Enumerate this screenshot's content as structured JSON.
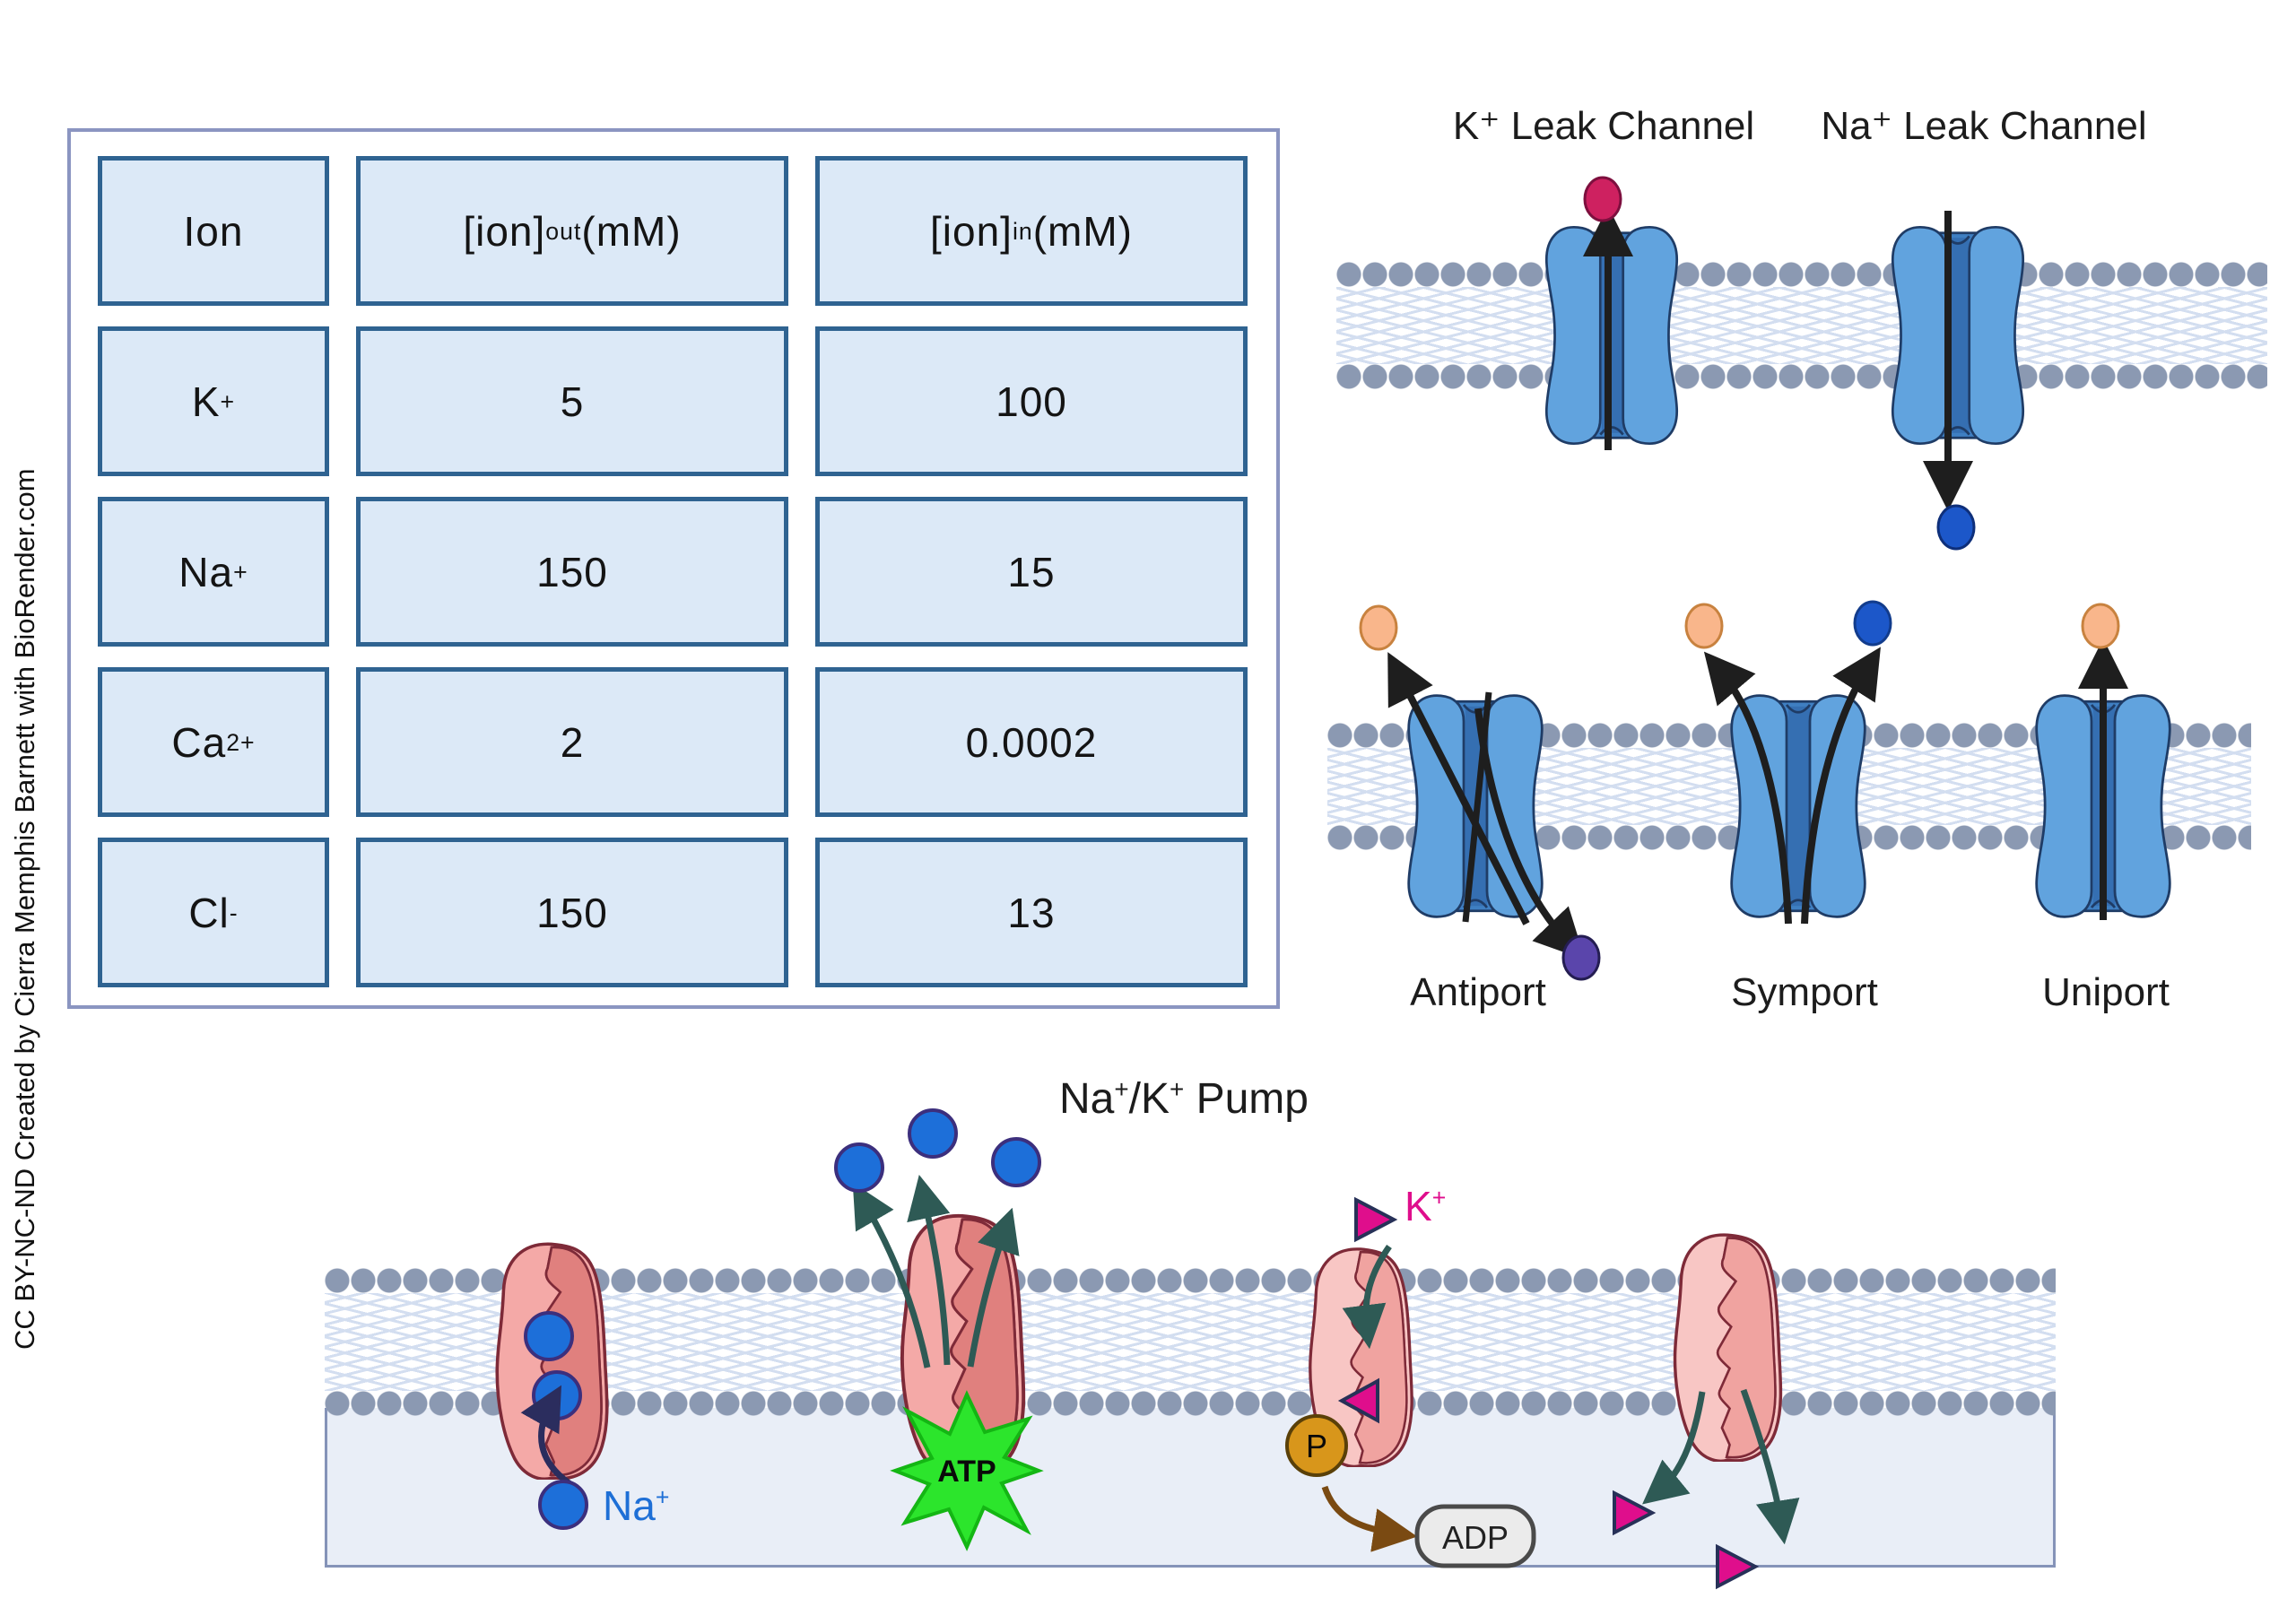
{
  "credit": "CC BY-NC-ND Created by Cierra Memphis Barnett with BioRender.com",
  "table": {
    "headers": {
      "ion": "Ion",
      "bracket": "[ion]",
      "out_sub": "out",
      "in_sub": "in",
      "unit": "(mM)"
    },
    "rows": [
      {
        "base": "K",
        "sup": "+",
        "out": "5",
        "in": "100"
      },
      {
        "base": "Na",
        "sup": "+",
        "out": "150",
        "in": "15"
      },
      {
        "base": "Ca",
        "sup": "2+",
        "out": "2",
        "in": "0.0002"
      },
      {
        "base": "Cl",
        "sup": "-",
        "out": "150",
        "in": "13"
      }
    ]
  },
  "leak_channels": {
    "k": "K⁺ Leak Channel",
    "na": "Na⁺ Leak Channel"
  },
  "transporters": {
    "antiport": "Antiport",
    "symport": "Symport",
    "uniport": "Uniport"
  },
  "pump": {
    "title": {
      "t1": "Na",
      "s1": "+",
      "t2": "/K",
      "s2": "+",
      "t3": " Pump"
    },
    "na_label": {
      "base": "Na",
      "sup": "+"
    },
    "k_label": {
      "base": "K",
      "sup": "+"
    },
    "atp": "ATP",
    "adp": "ADP",
    "p": "P"
  },
  "icons": {
    "channel": "blue-membrane-channel-icon",
    "pump": "salmon-pump-protein-icon",
    "ion_circle": "sodium-ion-icon",
    "ion_triangle": "potassium-ion-icon",
    "atp_star": "atp-burst-icon",
    "p_circle": "phosphate-icon"
  },
  "colors": {
    "table_cell_fill": "#dce9f7",
    "table_cell_border": "#2f6391",
    "table_outer_border": "#8b95c1",
    "membrane_head": "#8b99b2",
    "membrane_tail": "#ccd9ee",
    "channel_body": "#61a3de",
    "channel_center": "#3f7fc2",
    "channel_outline": "#1f3c66",
    "pump_body": "#f4a9a7",
    "pump_inner": "#e0807e",
    "pump_body_light": "#f8c6c4",
    "pump_inner_light": "#f0a3a0",
    "pump_outline": "#7e2a38",
    "ion_blue": "#1d6fd9",
    "ion_red": "#ce2160",
    "ion_orange": "#f9b68b",
    "ion_purple": "#5a45ab",
    "k_pink": "#df0e8c",
    "atp_green": "#2ce52c",
    "p_amber": "#d8961b",
    "adp_gray": "#ebebeb",
    "arrow_black": "#1e1e1e",
    "arrow_teal": "#2e5a55",
    "arrow_navy": "#2b2d5e",
    "arrow_brown": "#7a4a12",
    "cytoplasm_fill": "#e9eef7",
    "cytoplasm_border": "#8593b8"
  }
}
